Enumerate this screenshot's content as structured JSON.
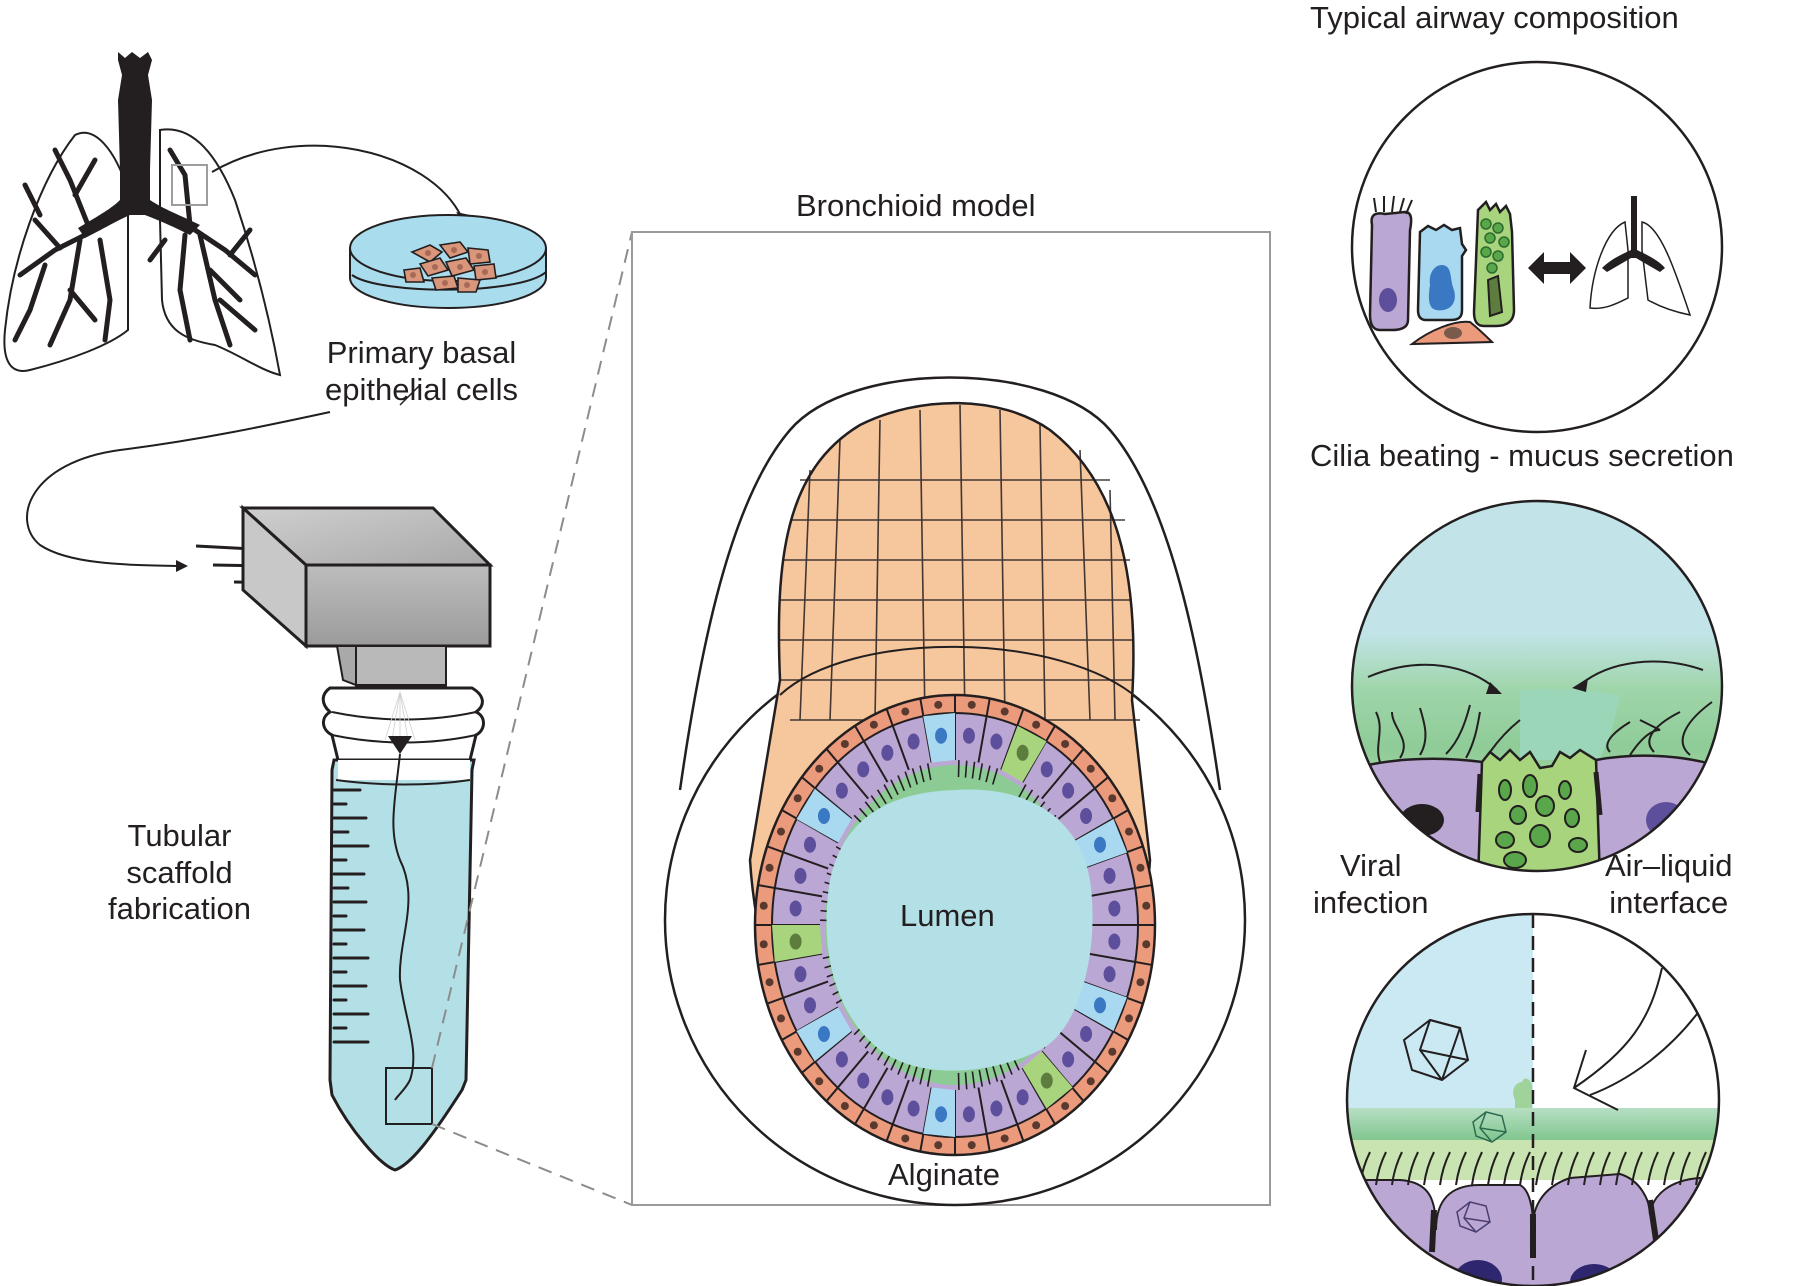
{
  "figure": {
    "left_panel": {
      "source_label": [
        "Primary basal",
        "epithelial cells"
      ],
      "process_label": [
        "Tubular",
        "scaffold",
        "fabrication"
      ],
      "colors": {
        "dish": "#a9dcec",
        "cells": "#d9967b",
        "tube_liquid": "#b3e0e6",
        "device": "#b9b9b9"
      }
    },
    "center_panel": {
      "title": "Bronchioid model",
      "lumen_label": "Lumen",
      "alginate_label": "Alginate",
      "colors": {
        "outer_cells": "#f6c69c",
        "basal_cell": "#eb9a7c",
        "ciliated_cell": "#bba7d3",
        "club_cell": "#a8d9f0",
        "goblet_cell": "#a8d47d",
        "mucus_layer": "#8ccc94",
        "lumen": "#b3e0e6"
      }
    },
    "right_panel": {
      "insets": [
        {
          "title": "Typical airway composition"
        },
        {
          "title": "Cilia beating - mucus secretion"
        },
        {
          "title_left": [
            "Viral",
            "infection"
          ],
          "title_right": [
            "Air–liquid",
            "interface"
          ]
        }
      ]
    }
  }
}
